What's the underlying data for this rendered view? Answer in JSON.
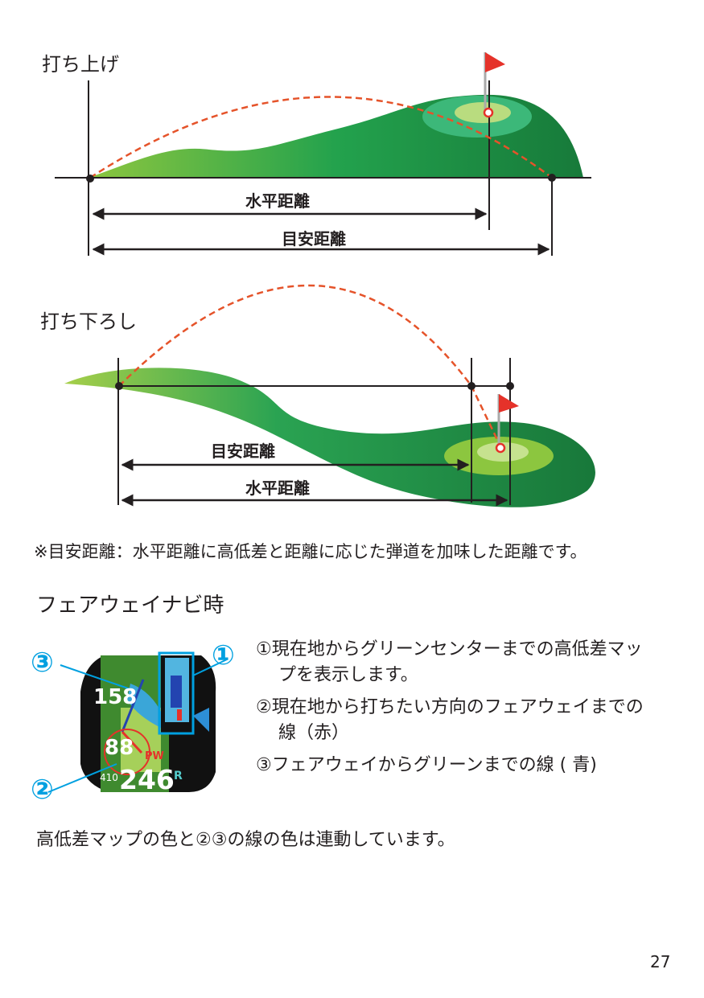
{
  "uphill": {
    "title": "打ち上げ",
    "horizontal_label": "水平距離",
    "guide_label": "目安距離"
  },
  "downhill": {
    "title": "打ち下ろし",
    "guide_label": "目安距離",
    "horizontal_label": "水平距離"
  },
  "note": "※目安距離：水平距離に高低差と距離に応じた弾道を加味した距離です。",
  "fairway": {
    "heading": "フェアウェイナビ時",
    "device": {
      "dist_to_green": "158",
      "dist_to_fairway": "88",
      "club": "PW",
      "total": "246",
      "small": "410",
      "marker": "R",
      "callouts": [
        "①",
        "②",
        "③"
      ]
    },
    "items": [
      "①現在地からグリーンセンターまでの高低差マップを表示します。",
      "②現在地から打ちたい方向のフェアウェイまでの線（赤）",
      "③フェアウェイからグリーンまでの線 ( 青)"
    ]
  },
  "footer_note": "高低差マップの色と②③の線の色は連動しています。",
  "page_number": "27",
  "colors": {
    "green": "#1f9a4a",
    "light_green": "#8cc63f",
    "trajectory": "#e5532a",
    "callout": "#00a0e0"
  }
}
